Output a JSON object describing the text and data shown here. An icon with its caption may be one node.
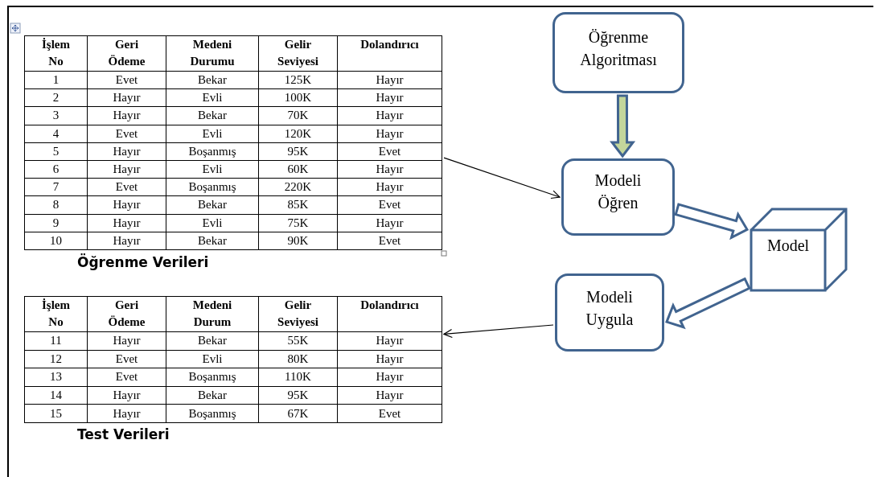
{
  "diagram": {
    "nodes": [
      {
        "text": [
          "Öğrenme Verileri"
        ]
      },
      {
        "text": [
          "Test Verileri"
        ]
      },
      {
        "text": [
          "Öğrenme Algoritması"
        ]
      },
      {
        "text": [
          "Modeli Öğren"
        ]
      },
      {
        "text": [
          "Model"
        ]
      },
      {
        "text": [
          "Modeli Uygula"
        ]
      }
    ],
    "edges": [
      {
        "from": 0,
        "to": 3,
        "arrow": "to"
      },
      {
        "from": 2,
        "to": 3,
        "arrow": "to",
        "style": "thick",
        "color": "#c3d69b"
      },
      {
        "from": 3,
        "to": 4,
        "arrow": "to",
        "style": "thick"
      },
      {
        "from": 4,
        "to": 5,
        "arrow": "to",
        "style": "thick"
      },
      {
        "from": 5,
        "to": 1,
        "arrow": "to"
      }
    ],
    "labels": [
      "İşlem No",
      "Geri Ödeme",
      "Medeni Durumu",
      "Gelir Seviyesi",
      "Dolandırıcı",
      "1",
      "Evet",
      "Bekar",
      "125K",
      "Hayır",
      "2",
      "Hayır",
      "Evli",
      "100K",
      "Hayır",
      "3",
      "Hayır",
      "Bekar",
      "70K",
      "Hayır",
      "4",
      "Evet",
      "Evli",
      "120K",
      "Hayır",
      "5",
      "Hayır",
      "Boşanmış",
      "95K",
      "Evet",
      "6",
      "Hayır",
      "Evli",
      "60K",
      "Hayır",
      "7",
      "Evet",
      "Boşanmış",
      "220K",
      "Hayır",
      "8",
      "Hayır",
      "Bekar",
      "85K",
      "Evet",
      "9",
      "Hayır",
      "Evli",
      "75K",
      "Hayır",
      "10",
      "Hayır",
      "Bekar",
      "90K",
      "Evet",
      "İşlem No",
      "Geri Ödeme",
      "Medeni Durum",
      "Gelir Seviyesi",
      "Dolandırıcı",
      "11",
      "Hayır",
      "Bekar",
      "55K",
      "Hayır",
      "12",
      "Evet",
      "Evli",
      "80K",
      "Hayır",
      "13",
      "Evet",
      "Boşanmış",
      "110K",
      "Hayır",
      "14",
      "Hayır",
      "Bekar",
      "95K",
      "Hayır",
      "15",
      "Hayır",
      "Boşanmış",
      "67K",
      "Evet"
    ]
  }
}
